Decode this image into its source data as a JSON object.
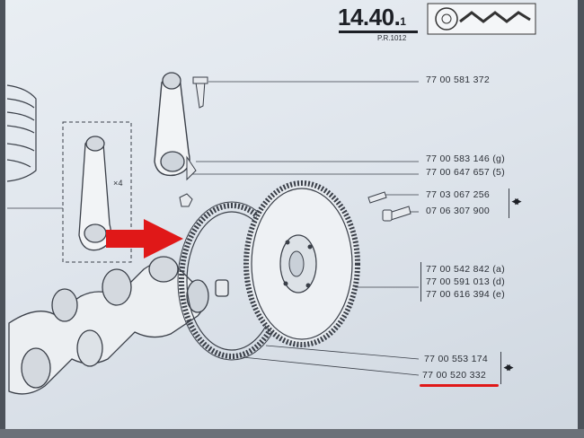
{
  "header": {
    "page_number": "14.40.",
    "page_number_sub": "1",
    "revision": "P.R.1012"
  },
  "diagram": {
    "quantity_label": "×4"
  },
  "parts": [
    {
      "ref": "77 00 581 372"
    },
    {
      "ref": "77 00 583 146 (g)"
    },
    {
      "ref": "77 00 647 657 (5)"
    },
    {
      "ref": "77 03 067 256"
    },
    {
      "ref": "07 06 307 900"
    },
    {
      "ref": "77 00 542 842 (a)"
    },
    {
      "ref": "77 00 591 013 (d)"
    },
    {
      "ref": "77 00 616 394 (e)"
    },
    {
      "ref": "77 00 553 174"
    },
    {
      "ref": "77 00 520 332",
      "highlighted": true
    }
  ],
  "colors": {
    "highlight": "#e01818",
    "ink": "#2b2f36",
    "paper": "#e6ebf0"
  },
  "icons": {
    "pair_symbol": "bracket-pair-icon",
    "pointer": "red-arrow-icon"
  }
}
